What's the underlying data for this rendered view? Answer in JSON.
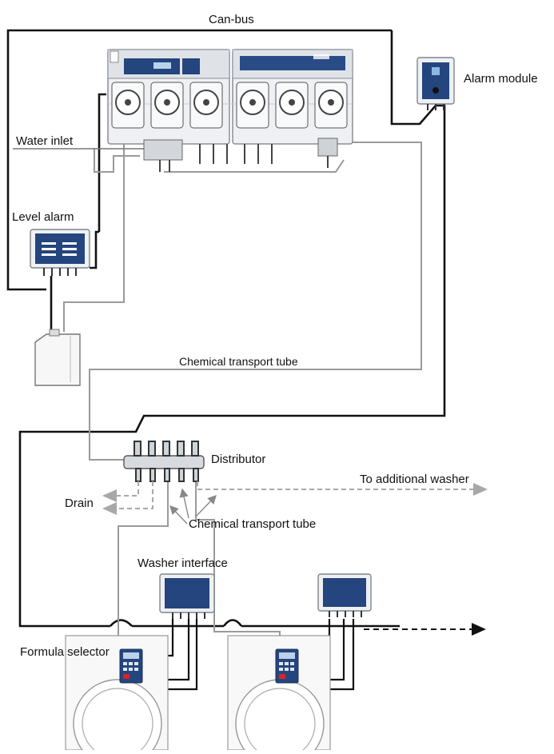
{
  "labels": {
    "can_bus": "Can-bus",
    "alarm_module": "Alarm module",
    "water_inlet": "Water inlet",
    "level_alarm": "Level alarm",
    "chemical_transport_tube_top": "Chemical transport tube",
    "distributor": "Distributor",
    "to_additional_washer": "To additional washer",
    "drain": "Drain",
    "chemical_transport_tube_bottom": "Chemical transport tube",
    "washer_interface": "Washer interface",
    "formula_selector": "Formula selector"
  },
  "colors": {
    "device_blue": "#1f3d73",
    "can_bus_line": "#111111",
    "tube_line": "#9a9a9a",
    "dashed_gray": "#a8a8a8",
    "housing_fill": "#f1f3f5",
    "housing_stroke": "#8a8f96"
  }
}
